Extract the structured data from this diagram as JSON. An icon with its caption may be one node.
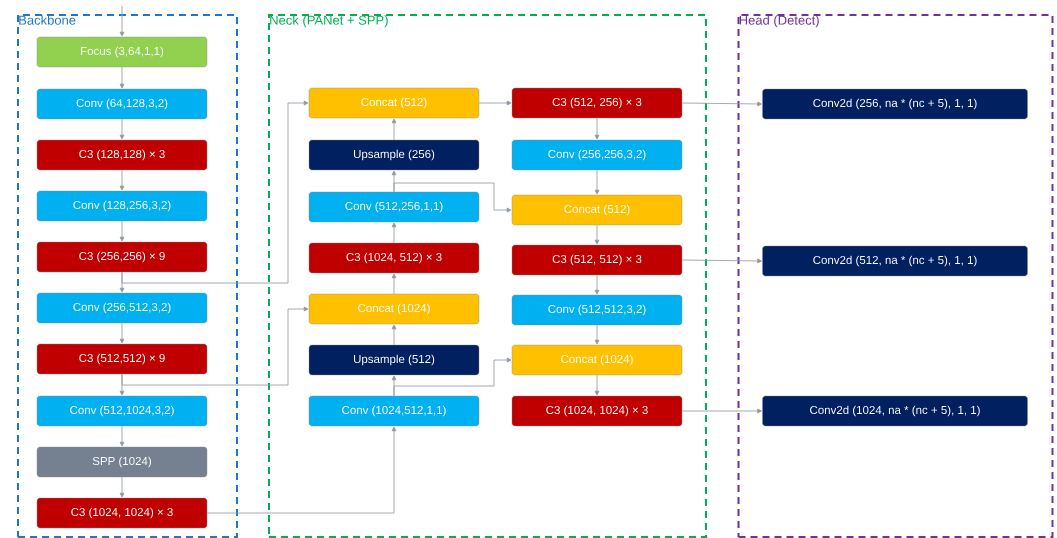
{
  "diagram": {
    "nodes": [
      {
        "text": [
          "Backbone"
        ]
      },
      {
        "text": [
          "Neck (PANet + SPP)"
        ]
      },
      {
        "text": [
          "Head (Detect)"
        ]
      },
      {
        "text": [
          "Focus (3,64,1,1)"
        ],
        "in": 0
      },
      {
        "text": [
          "Conv (64,128,3,2)"
        ],
        "in": 0
      },
      {
        "text": [
          "C3 (128,128) × 3"
        ],
        "in": 0
      },
      {
        "text": [
          "Conv (128,256,3,2)"
        ],
        "in": 0
      },
      {
        "text": [
          "C3 (256,256) × 9"
        ],
        "in": 0
      },
      {
        "text": [
          "Conv (256,512,3,2)"
        ],
        "in": 0
      },
      {
        "text": [
          "C3 (512,512) × 9"
        ],
        "in": 0
      },
      {
        "text": [
          "Conv (512,1024,3,2)"
        ],
        "in": 0
      },
      {
        "text": [
          "SPP (1024)"
        ],
        "in": 0
      },
      {
        "text": [
          "C3 (1024, 1024) × 3"
        ],
        "in": 0
      },
      {
        "text": [
          "Concat (512)"
        ],
        "in": 1
      },
      {
        "text": [
          "Upsample (256)"
        ],
        "in": 1
      },
      {
        "text": [
          "Conv (512,256,1,1)"
        ],
        "in": 1
      },
      {
        "text": [
          "C3 (1024, 512) × 3"
        ],
        "in": 1
      },
      {
        "text": [
          "Concat (1024)"
        ],
        "in": 1
      },
      {
        "text": [
          "Upsample (512)"
        ],
        "in": 1
      },
      {
        "text": [
          "Conv (1024,512,1,1)"
        ],
        "in": 1
      },
      {
        "text": [
          "C3 (512, 256) × 3"
        ],
        "in": 1
      },
      {
        "text": [
          "Conv (256,256,3,2)"
        ],
        "in": 1
      },
      {
        "text": [
          "Concat (512)"
        ],
        "in": 1
      },
      {
        "text": [
          "C3 (512, 512) × 3"
        ],
        "in": 1
      },
      {
        "text": [
          "Conv (512,512,3,2)"
        ],
        "in": 1
      },
      {
        "text": [
          "Concat (1024)"
        ],
        "in": 1
      },
      {
        "text": [
          "C3 (1024, 1024) × 3"
        ],
        "in": 1
      },
      {
        "text": [
          "Conv2d (256, na * (nc + 5), 1, 1)"
        ],
        "in": 2
      },
      {
        "text": [
          "Conv2d (512, na * (nc + 5), 1, 1)"
        ],
        "in": 2
      },
      {
        "text": [
          "Conv2d (1024, na * (nc + 5), 1, 1)"
        ],
        "in": 2
      }
    ],
    "edges": [
      {
        "from": null,
        "to": 3,
        "arrow": "to"
      },
      {
        "from": 3,
        "to": 4,
        "arrow": "to"
      },
      {
        "from": 4,
        "to": 5,
        "arrow": "to"
      },
      {
        "from": 5,
        "to": 6,
        "arrow": "to"
      },
      {
        "from": 6,
        "to": 7,
        "arrow": "to"
      },
      {
        "from": 7,
        "to": 8,
        "arrow": "to"
      },
      {
        "from": 8,
        "to": 9,
        "arrow": "to"
      },
      {
        "from": 9,
        "to": 10,
        "arrow": "to"
      },
      {
        "from": 10,
        "to": 11,
        "arrow": "to"
      },
      {
        "from": 11,
        "to": 12,
        "arrow": "to"
      },
      {
        "from": 7,
        "to": 13,
        "arrow": "to"
      },
      {
        "from": 9,
        "to": 17,
        "arrow": "to"
      },
      {
        "from": 12,
        "to": 19,
        "arrow": "to"
      },
      {
        "from": 19,
        "to": 18,
        "arrow": "to"
      },
      {
        "from": 18,
        "to": 17,
        "arrow": "to"
      },
      {
        "from": 17,
        "to": 16,
        "arrow": "to"
      },
      {
        "from": 16,
        "to": 15,
        "arrow": "to"
      },
      {
        "from": 15,
        "to": 14,
        "arrow": "to"
      },
      {
        "from": 14,
        "to": 13,
        "arrow": "to"
      },
      {
        "from": 19,
        "to": 25,
        "arrow": "to"
      },
      {
        "from": 15,
        "to": 22,
        "arrow": "to"
      },
      {
        "from": 13,
        "to": 20,
        "arrow": "to"
      },
      {
        "from": 20,
        "to": 21,
        "arrow": "to"
      },
      {
        "from": 21,
        "to": 22,
        "arrow": "to"
      },
      {
        "from": 22,
        "to": 23,
        "arrow": "to"
      },
      {
        "from": 23,
        "to": 24,
        "arrow": "to"
      },
      {
        "from": 24,
        "to": 25,
        "arrow": "to"
      },
      {
        "from": 25,
        "to": 26,
        "arrow": "to"
      },
      {
        "from": 20,
        "to": 27,
        "arrow": "to"
      },
      {
        "from": 23,
        "to": 28,
        "arrow": "to"
      },
      {
        "from": 26,
        "to": 29,
        "arrow": "to"
      }
    ]
  }
}
